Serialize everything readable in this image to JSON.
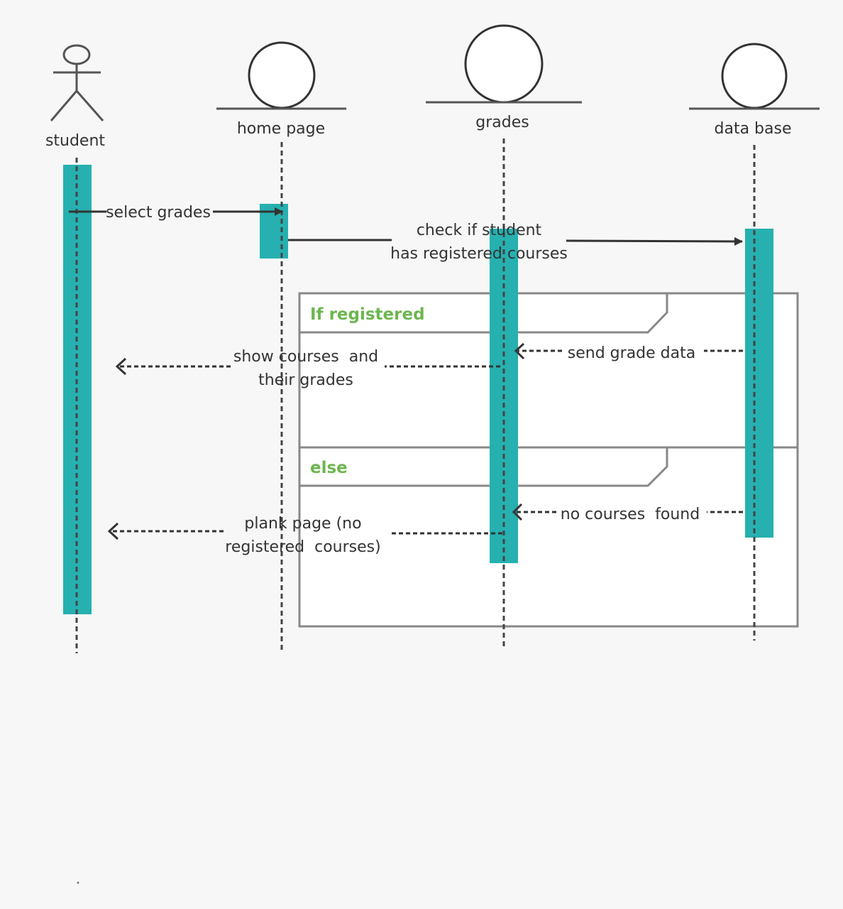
{
  "colors": {
    "activation": "#26b0b0",
    "guard_text": "#6db650",
    "line": "#333333",
    "frame": "#888888",
    "lifeline": "#444444",
    "background": "#f7f7f7"
  },
  "participants": [
    {
      "id": "student",
      "label": "student",
      "kind": "actor",
      "icon": "actor-icon"
    },
    {
      "id": "home_page",
      "label": "home page",
      "kind": "boundary",
      "icon": "circle-entity-icon"
    },
    {
      "id": "grades",
      "label": "grades",
      "kind": "boundary",
      "icon": "circle-entity-icon"
    },
    {
      "id": "data_base",
      "label": "data base",
      "kind": "boundary",
      "icon": "circle-entity-icon"
    }
  ],
  "messages": [
    {
      "label": "select grades",
      "style": "solid"
    },
    {
      "label_lines": [
        "check if student",
        "has registered courses"
      ],
      "style": "solid"
    },
    {
      "label": "send grade data",
      "style": "dashed"
    },
    {
      "label_lines": [
        "show courses  and",
        "their grades"
      ],
      "style": "dashed"
    },
    {
      "label": "no courses  found",
      "style": "dashed"
    },
    {
      "label_lines": [
        "plank page (no",
        "registered  courses)"
      ],
      "style": "dashed"
    }
  ],
  "fragment": {
    "operands": [
      {
        "guard": "If registered"
      },
      {
        "guard": "else"
      }
    ]
  }
}
